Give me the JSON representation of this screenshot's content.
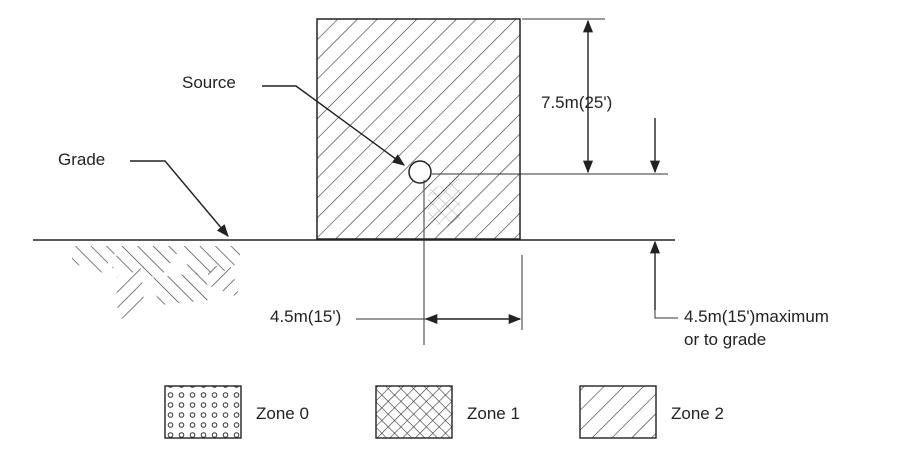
{
  "labels": {
    "source": "Source",
    "grade": "Grade",
    "height_dim": "7.5m(25')",
    "horizontal_dim": "4.5m(15')",
    "max_line1": "4.5m(15')maximum",
    "max_line2": "or to grade"
  },
  "legend": [
    {
      "name": "Zone 0",
      "pattern": "dots"
    },
    {
      "name": "Zone 1",
      "pattern": "crosshatch"
    },
    {
      "name": "Zone 2",
      "pattern": "diagonal"
    }
  ],
  "colors": {
    "ink": "#222222",
    "background": "#ffffff"
  }
}
